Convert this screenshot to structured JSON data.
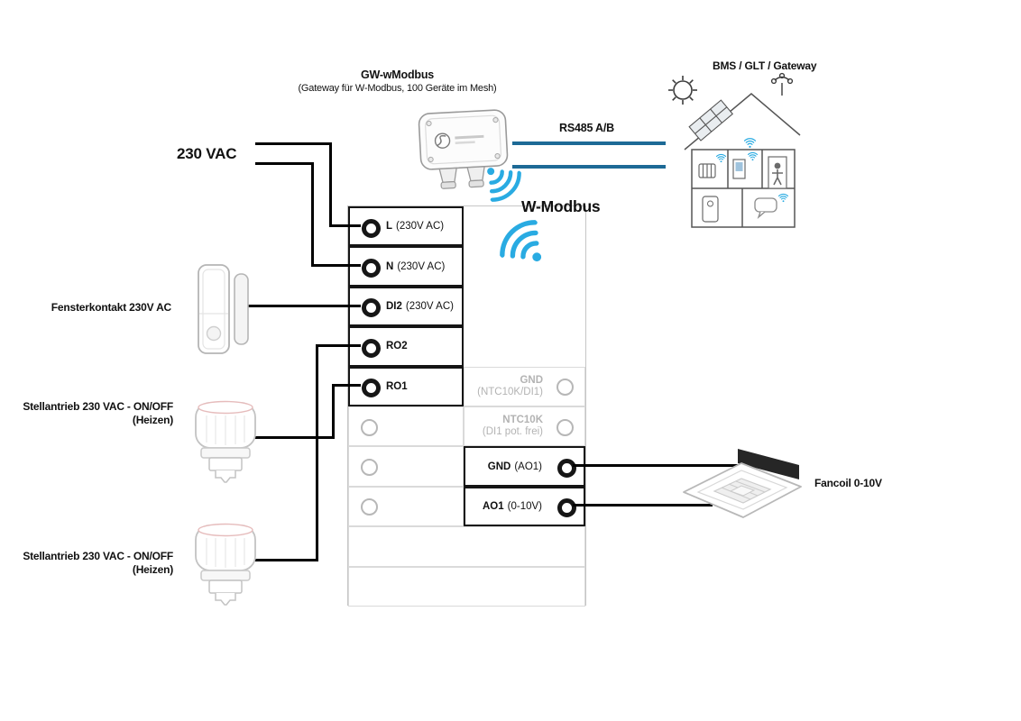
{
  "gateway": {
    "title": "GW-wModbus",
    "subtitle": "(Gateway für W-Modbus, 100 Geräte im Mesh)"
  },
  "top": {
    "supply_label": "230 VAC",
    "rs485_label": "RS485 A/B",
    "bms_label": "BMS / GLT / Gateway",
    "wmodbus_label": "W-Modbus"
  },
  "left_devices": {
    "window_contact_label": "Fensterkontakt 230V AC",
    "actuator1_label": "Stellantrieb 230 VAC - ON/OFF",
    "actuator1_sub": "(Heizen)",
    "actuator2_label": "Stellantrieb 230 VAC - ON/OFF",
    "actuator2_sub": "(Heizen)"
  },
  "right_devices": {
    "fancoil_label": "Fancoil 0-10V"
  },
  "terminal_block": {
    "left_terminals": [
      {
        "name": "L",
        "detail": "(230V AC)"
      },
      {
        "name": "N",
        "detail": "(230V AC)"
      },
      {
        "name": "DI2",
        "detail": "(230V AC)"
      },
      {
        "name": "RO2",
        "detail": ""
      },
      {
        "name": "RO1",
        "detail": ""
      }
    ],
    "right_terminals_inactive": [
      {
        "name": "GND",
        "detail": "(NTC10K/DI1)"
      },
      {
        "name": "NTC10K",
        "detail": "(DI1 pot. frei)"
      }
    ],
    "right_terminals_active": [
      {
        "name": "GND",
        "detail": "(AO1)"
      },
      {
        "name": "AO1",
        "detail": "(0-10V)"
      }
    ]
  },
  "colors": {
    "wire": "#000000",
    "rs485_bus": "#1d6a96",
    "wifi": "#29abe2",
    "inactive": "#b3b3b3"
  }
}
